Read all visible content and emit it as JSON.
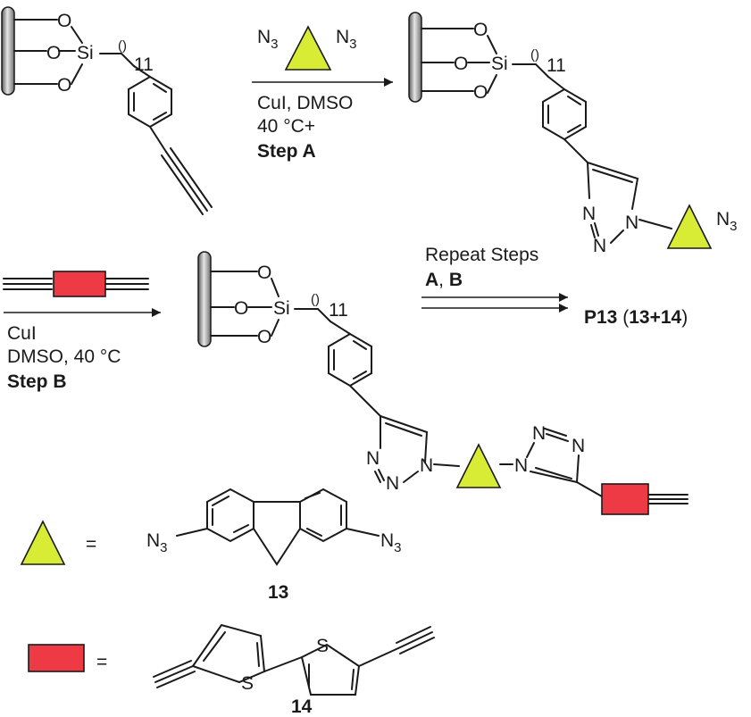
{
  "labels": {
    "O": "O",
    "Si": "Si",
    "N": "N",
    "S": "S",
    "n11": "11",
    "paren": "()",
    "N3": "N",
    "sub3": "3",
    "equals": "=",
    "plus_num": "+"
  },
  "stepA": {
    "line1": "CuI, DMSO",
    "line2": "40 °C+",
    "line3": "Step A"
  },
  "stepB": {
    "line1": "CuI",
    "line2": "DMSO, 40 °C",
    "line3": "Step B"
  },
  "repeat": {
    "line1": "Repeat Steps",
    "A": "A",
    "comma": ", ",
    "B": "B"
  },
  "product": {
    "name": "P13",
    "open": " (",
    "c13": "13",
    "plus": "+",
    "c14": "14",
    "close": ")"
  },
  "legend": {
    "triangle_label": "13",
    "rect_label": "14"
  },
  "colors": {
    "triangle": "#d8ec35",
    "rectangle": "#ee3a45",
    "surface": "#8a8a8a"
  }
}
